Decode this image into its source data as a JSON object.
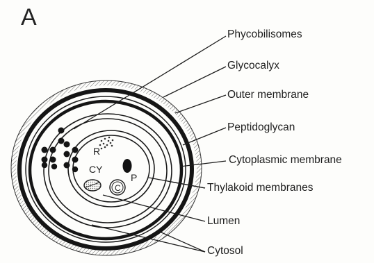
{
  "panel_label": "A",
  "labels": {
    "phycobilisomes": "Phycobilisomes",
    "glycocalyx": "Glycocalyx",
    "outer_membrane": "Outer membrane",
    "peptidoglycan": "Peptidoglycan",
    "cytoplasmic_membrane": "Cytoplasmic membrane",
    "thylakoid_membranes": "Thylakoid membranes",
    "lumen": "Lumen",
    "cytosol": "Cytosol"
  },
  "inner_labels": {
    "ribosomes": "R",
    "carboxysome": "CY",
    "polyphosphate": "P",
    "cyanophycin": "C"
  },
  "colors": {
    "ink": "#1e1e1e",
    "background": "#fdfdfb"
  }
}
